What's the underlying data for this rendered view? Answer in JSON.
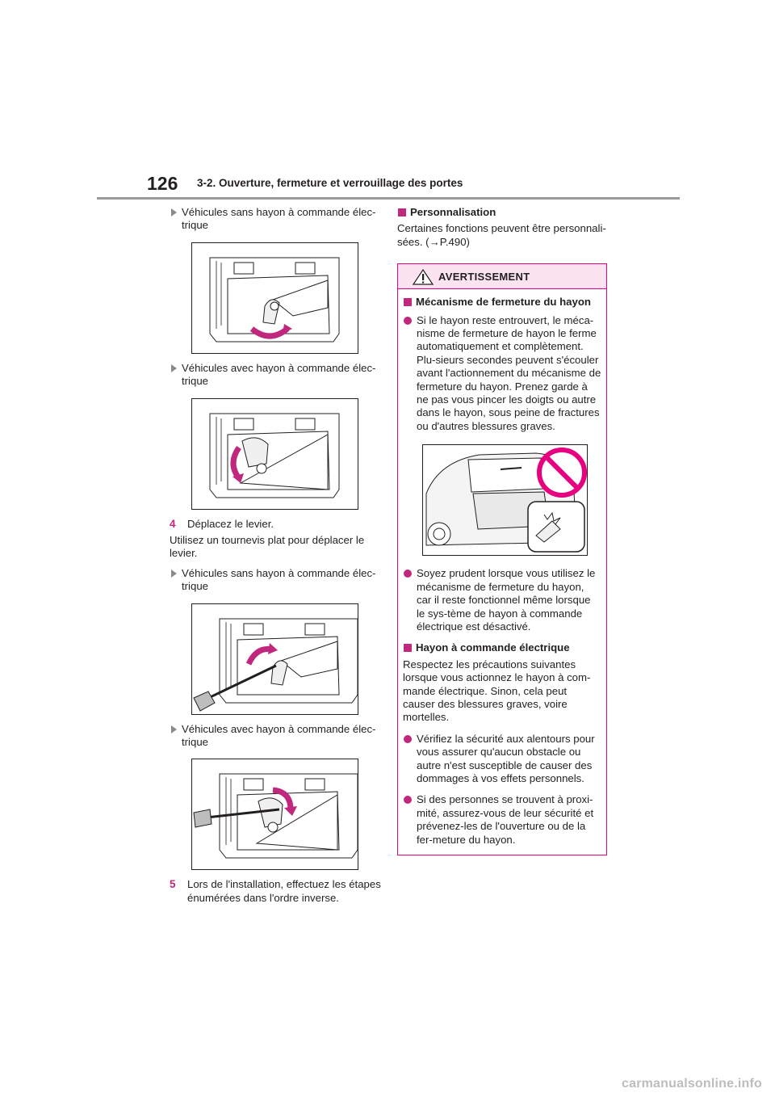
{
  "header": {
    "page_number": "126",
    "section_title": "3-2. Ouverture, fermeture et verrouillage des portes"
  },
  "left": {
    "item1": "Véhicules sans hayon à commande élec-trique",
    "item2": "Véhicules avec hayon à commande élec-trique",
    "step4_num": "4",
    "step4_text": "Déplacez le levier.",
    "step4_body": "Utilisez un tournevis plat pour déplacer le levier.",
    "item3": "Véhicules sans hayon à commande élec-trique",
    "item4": "Véhicules avec hayon à commande élec-trique",
    "step5_num": "5",
    "step5_text": "Lors de l'installation, effectuez les étapes énumérées dans l'ordre inverse."
  },
  "right": {
    "perso_heading": "Personnalisation",
    "perso_body": "Certaines fonctions peuvent être personnali-sées. (→P.490)",
    "warning": {
      "title": "AVERTISSEMENT",
      "h1": "Mécanisme de fermeture du hayon",
      "b1": "Si le hayon reste entrouvert, le méca-nisme de fermeture de hayon le ferme automatiquement et complètement. Plu-sieurs secondes peuvent s'écouler avant l'actionnement du mécanisme de fermeture du hayon. Prenez garde à ne pas vous pincer les doigts ou autre dans le hayon, sous peine de fractures ou d'autres blessures graves.",
      "b2": "Soyez prudent lorsque vous utilisez le mécanisme de fermeture du hayon, car il reste fonctionnel même lorsque le sys-tème de hayon à commande électrique est désactivé.",
      "h2": "Hayon à commande électrique",
      "p2": "Respectez les précautions suivantes lorsque vous actionnez le hayon à com-mande électrique. Sinon, cela peut causer des blessures graves, voire mortelles.",
      "b3": "Vérifiez la sécurité aux alentours pour vous assurer qu'aucun obstacle ou autre n'est susceptible de causer des dommages à vos effets personnels.",
      "b4": "Si des personnes se trouvent à proxi-mité, assurez-vous de leur sécurité et prévenez-les de l'ouverture ou de la fer-meture du hayon."
    }
  },
  "watermark": "carmanualsonline.info",
  "colors": {
    "accent": "#c0287d",
    "warning_border": "#e7007f",
    "warning_bg": "#fbe4ef",
    "rule": "#9b9b9b"
  }
}
